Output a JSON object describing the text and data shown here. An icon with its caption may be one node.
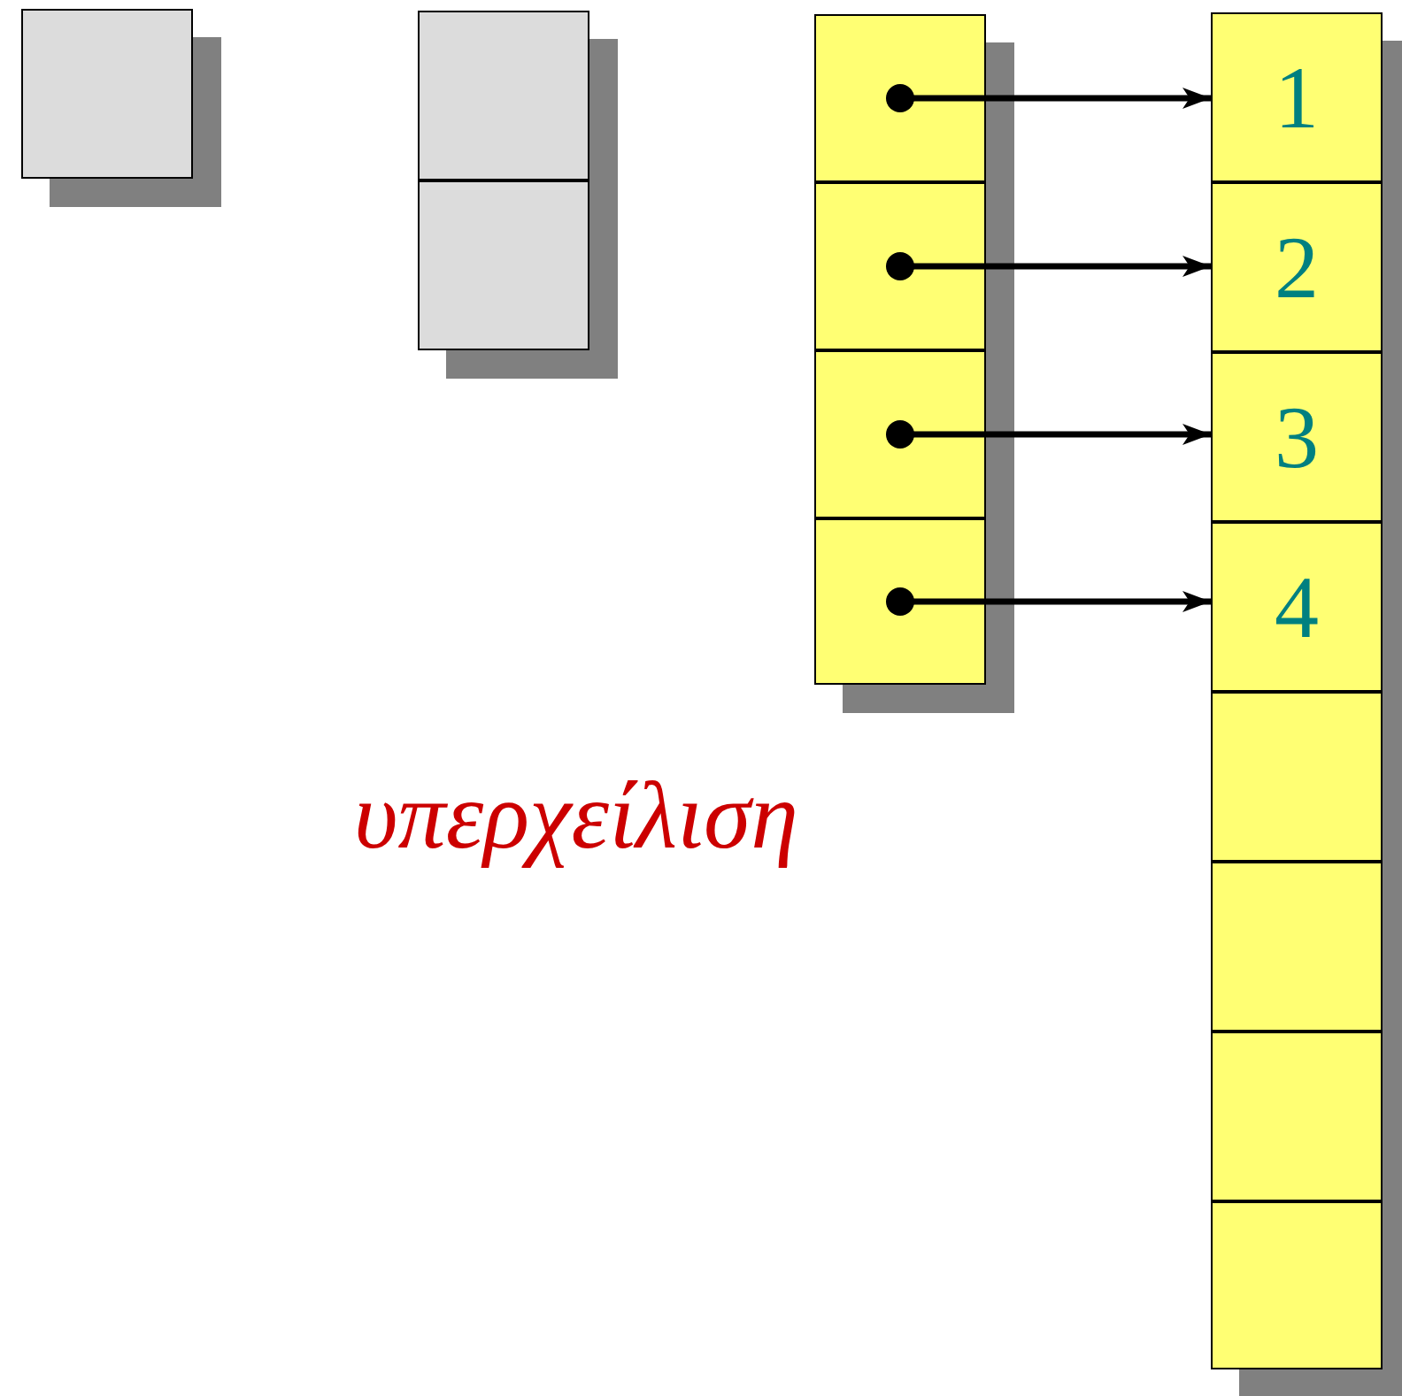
{
  "diagram": {
    "nodes": [
      {
        "text": [],
        "shape": "box"
      },
      {
        "text": [],
        "shape": "box"
      },
      {
        "text": [],
        "shape": "box"
      },
      {
        "text": [],
        "shape": "box"
      },
      {
        "text": [],
        "shape": "box"
      },
      {
        "text": [],
        "shape": "box"
      },
      {
        "text": [],
        "shape": "box"
      },
      {
        "text": [
          "1"
        ]
      },
      {
        "text": [
          "2"
        ]
      },
      {
        "text": [
          "3"
        ]
      },
      {
        "text": [
          "4"
        ]
      },
      {
        "text": [],
        "shape": "box"
      },
      {
        "text": [],
        "shape": "box"
      },
      {
        "text": [],
        "shape": "box"
      },
      {
        "text": [],
        "shape": "box"
      }
    ],
    "edges": [
      {
        "from": 3,
        "to": 7,
        "arrow": "to"
      },
      {
        "from": 4,
        "to": 8,
        "arrow": "to"
      },
      {
        "from": 5,
        "to": 9,
        "arrow": "to"
      },
      {
        "from": 6,
        "to": 10,
        "arrow": "to"
      }
    ],
    "labels": [
      "υπερχείλιση"
    ]
  }
}
